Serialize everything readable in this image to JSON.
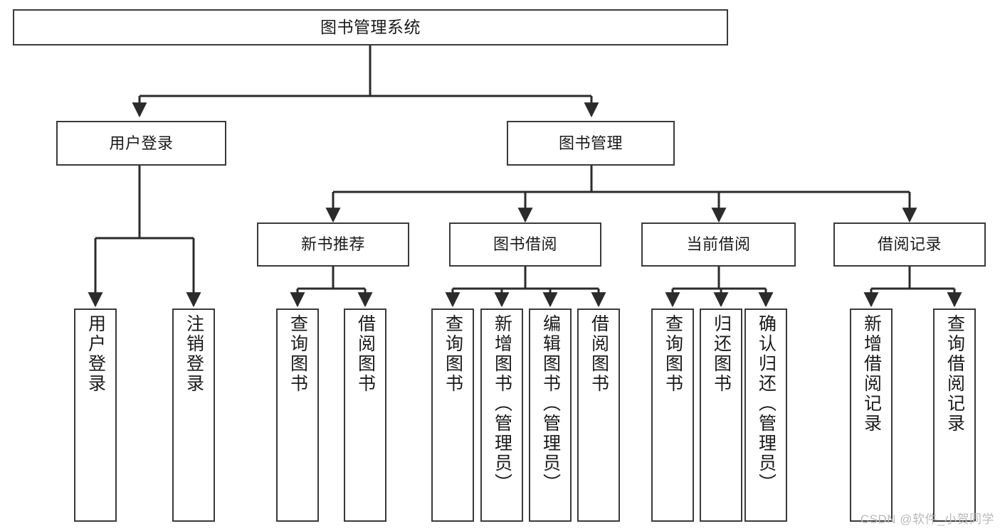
{
  "diagram": {
    "title": "图书管理系统",
    "type": "tree",
    "colors": {
      "background": "#ffffff",
      "box_border": "#3a3a3a",
      "box_fill": "#ffffff",
      "edge": "#2b2b2b",
      "text": "#1a1a1a",
      "watermark": "#b9b9b9"
    },
    "watermark": "CSDN @软件_小贺同学",
    "nodes": {
      "root": {
        "label": "图书管理系统"
      },
      "level1": [
        {
          "label": "用户登录"
        },
        {
          "label": "图书管理"
        }
      ],
      "level2": [
        {
          "label": "新书推荐"
        },
        {
          "label": "图书借阅"
        },
        {
          "label": "当前借阅"
        },
        {
          "label": "借阅记录"
        }
      ],
      "leaves_user_login": [
        {
          "label": "用户登录"
        },
        {
          "label": "注销登录"
        }
      ],
      "leaves_new_book": [
        {
          "label": "查询图书"
        },
        {
          "label": "借阅图书"
        }
      ],
      "leaves_borrow": [
        {
          "label": "查询图书"
        },
        {
          "label": "新增图书（管理员）"
        },
        {
          "label": "编辑图书（管理员）"
        },
        {
          "label": "借阅图书"
        }
      ],
      "leaves_current": [
        {
          "label": "查询图书"
        },
        {
          "label": "归还图书"
        },
        {
          "label": "确认归还（管理员）"
        }
      ],
      "leaves_record": [
        {
          "label": "新增借阅记录"
        },
        {
          "label": "查询借阅记录"
        }
      ]
    }
  }
}
